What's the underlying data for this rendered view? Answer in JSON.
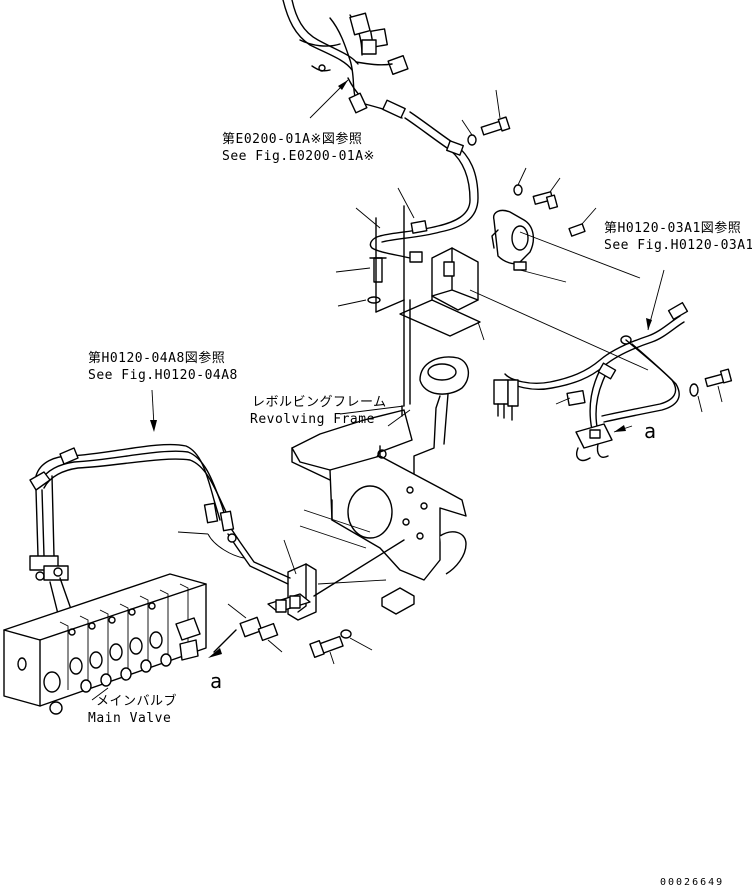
{
  "callouts": {
    "e0200": {
      "jp": "第E0200-01A※図参照",
      "en": "See Fig.E0200-01A※"
    },
    "h0120_03": {
      "jp": "第H0120-03A1図参照",
      "en": "See Fig.H0120-03A1"
    },
    "h0120_04": {
      "jp": "第H0120-04A8図参照",
      "en": "See Fig.H0120-04A8"
    },
    "revolving_frame": {
      "jp": "レボルビングフレーム",
      "en": "Revolving Frame"
    },
    "main_valve": {
      "jp": "メインバルブ",
      "en": "Main Valve"
    }
  },
  "refs": {
    "a_upper": "a",
    "a_lower": "a"
  },
  "document_number": "00026649"
}
